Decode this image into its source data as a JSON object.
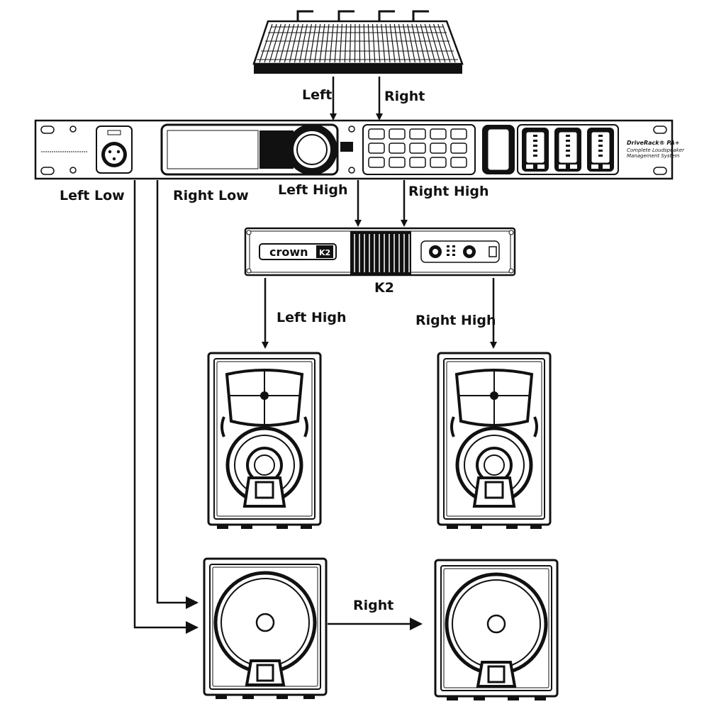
{
  "labels": {
    "mixer_left": "Left",
    "mixer_right": "Right",
    "out_left_low": "Left Low",
    "out_right_low": "Right Low",
    "out_left_high": "Left High",
    "out_right_high": "Right High",
    "amp_name": "K2",
    "amp_out_left_high": "Left High",
    "amp_out_right_high": "Right High",
    "sub_link_right": "Right"
  },
  "driverack": {
    "brand": "DriveRack® PA+",
    "subtitle_1": "Complete Loudspeaker",
    "subtitle_2": "Management System"
  },
  "amp": {
    "brand": "crown",
    "model_badge": "K2"
  },
  "colors": {
    "ink": "#111111",
    "background": "#ffffff"
  }
}
